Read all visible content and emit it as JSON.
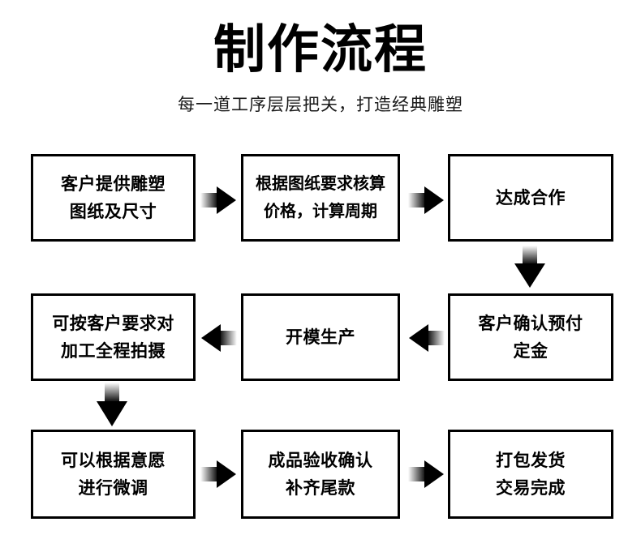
{
  "header": {
    "title": "制作流程",
    "subtitle": "每一道工序层层把关，打造经典雕塑"
  },
  "colors": {
    "background": "#ffffff",
    "ink": "#000000",
    "box_border": "#000000",
    "arrow_fill": "#000000"
  },
  "flow": {
    "steps": [
      {
        "id": "step-1",
        "order": 1,
        "lines": [
          "客户提供雕塑",
          "图纸及尺寸"
        ],
        "row": 1,
        "col": 1
      },
      {
        "id": "step-2",
        "order": 2,
        "lines": [
          "根据图纸要求核算",
          "价格，计算周期"
        ],
        "row": 1,
        "col": 2
      },
      {
        "id": "step-3",
        "order": 3,
        "lines": [
          "达成合作",
          ""
        ],
        "row": 1,
        "col": 3
      },
      {
        "id": "step-4",
        "order": 4,
        "lines": [
          "客户确认预付",
          "定金"
        ],
        "row": 2,
        "col": 3
      },
      {
        "id": "step-5",
        "order": 5,
        "lines": [
          "开模生产",
          ""
        ],
        "row": 2,
        "col": 2
      },
      {
        "id": "step-6",
        "order": 6,
        "lines": [
          "可按客户要求对",
          "加工全程拍摄"
        ],
        "row": 2,
        "col": 1
      },
      {
        "id": "step-7",
        "order": 7,
        "lines": [
          "可以根据意愿",
          "进行微调"
        ],
        "row": 3,
        "col": 1
      },
      {
        "id": "step-8",
        "order": 8,
        "lines": [
          "成品验收确认",
          "补齐尾款"
        ],
        "row": 3,
        "col": 2
      },
      {
        "id": "step-9",
        "order": 9,
        "lines": [
          "打包发货",
          "交易完成"
        ],
        "row": 3,
        "col": 3
      }
    ],
    "connectors": [
      {
        "id": "arrow-1-2",
        "icon": "arrow-right-icon",
        "direction": "right",
        "from": "step-1",
        "to": "step-2"
      },
      {
        "id": "arrow-2-3",
        "icon": "arrow-right-icon",
        "direction": "right",
        "from": "step-2",
        "to": "step-3"
      },
      {
        "id": "arrow-3-4",
        "icon": "arrow-down-icon",
        "direction": "down",
        "from": "step-3",
        "to": "step-4"
      },
      {
        "id": "arrow-4-5",
        "icon": "arrow-left-icon",
        "direction": "left",
        "from": "step-4",
        "to": "step-5"
      },
      {
        "id": "arrow-5-6",
        "icon": "arrow-left-icon",
        "direction": "left",
        "from": "step-5",
        "to": "step-6"
      },
      {
        "id": "arrow-6-7",
        "icon": "arrow-down-icon",
        "direction": "down",
        "from": "step-6",
        "to": "step-7"
      },
      {
        "id": "arrow-7-8",
        "icon": "arrow-right-icon",
        "direction": "right",
        "from": "step-7",
        "to": "step-8"
      },
      {
        "id": "arrow-8-9",
        "icon": "arrow-right-icon",
        "direction": "right",
        "from": "step-8",
        "to": "step-9"
      }
    ]
  }
}
